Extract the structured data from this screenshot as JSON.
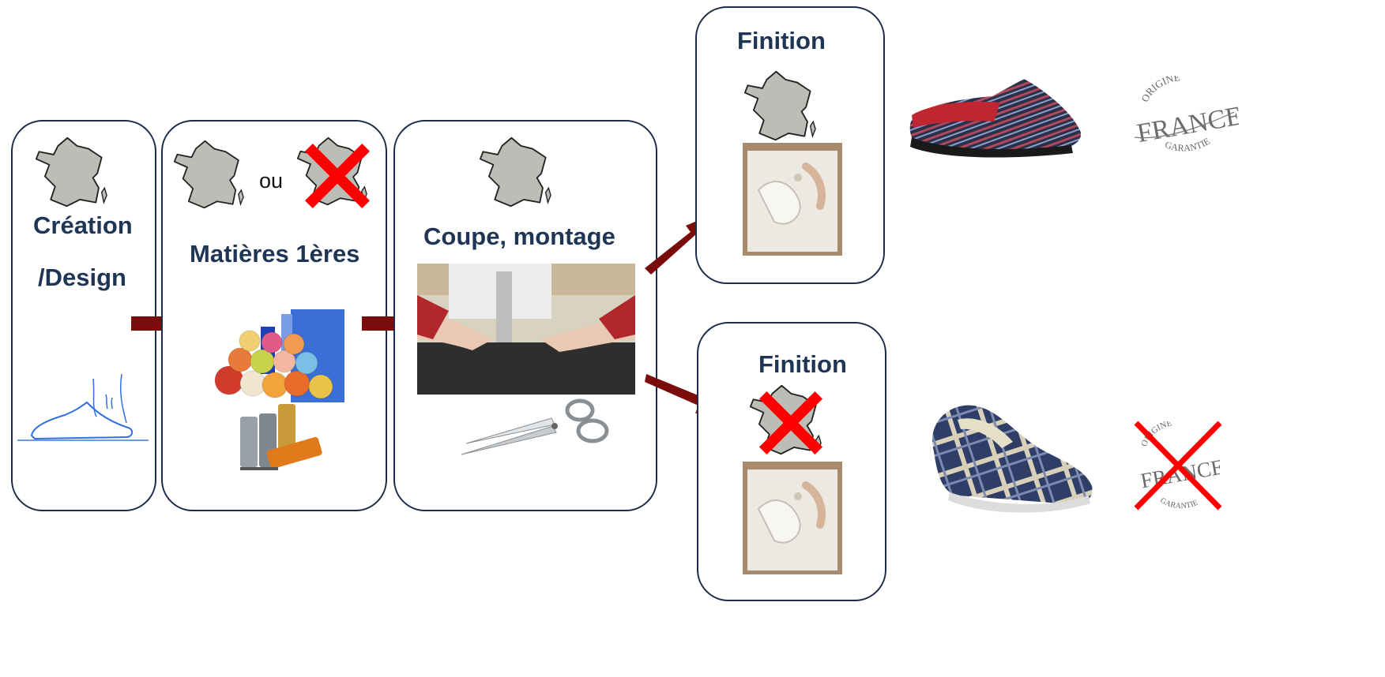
{
  "steps": {
    "creation": {
      "line1": "Création",
      "line2": "/Design"
    },
    "materials": {
      "or_text": "ou",
      "label": "Matières 1ères"
    },
    "cutting": {
      "label": "Coupe, montage"
    },
    "finish_france": {
      "label": "Finition"
    },
    "finish_abroad": {
      "label": "Finition"
    }
  },
  "badges": {
    "origin_top": "ORIGINE",
    "origin_main": "FRANCE",
    "origin_bottom": "GARANTIE"
  },
  "colors": {
    "arrow": "#7a0c0c",
    "border": "#1c2b48",
    "label": "#1f3555",
    "cross": "#ff0000",
    "map": "#bdbdb8"
  }
}
